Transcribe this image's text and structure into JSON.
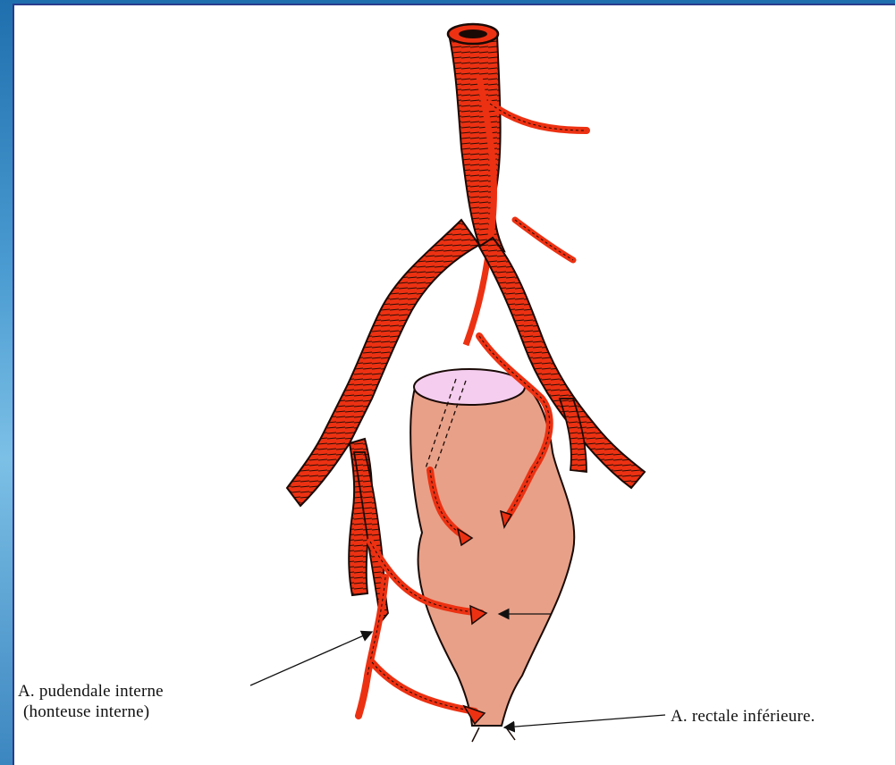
{
  "colors": {
    "artery": "#ec3112",
    "artery_outline": "#1a0a06",
    "rectum": "#e8a088",
    "rectum_lumen": "#f4cdef",
    "frame_border": "#2a3c8c"
  },
  "labels": {
    "internal_pudendal_line1": "A. pudendale interne",
    "internal_pudendal_line2": "(honteuse interne)",
    "inferior_rectal": "A. rectale inférieure."
  }
}
